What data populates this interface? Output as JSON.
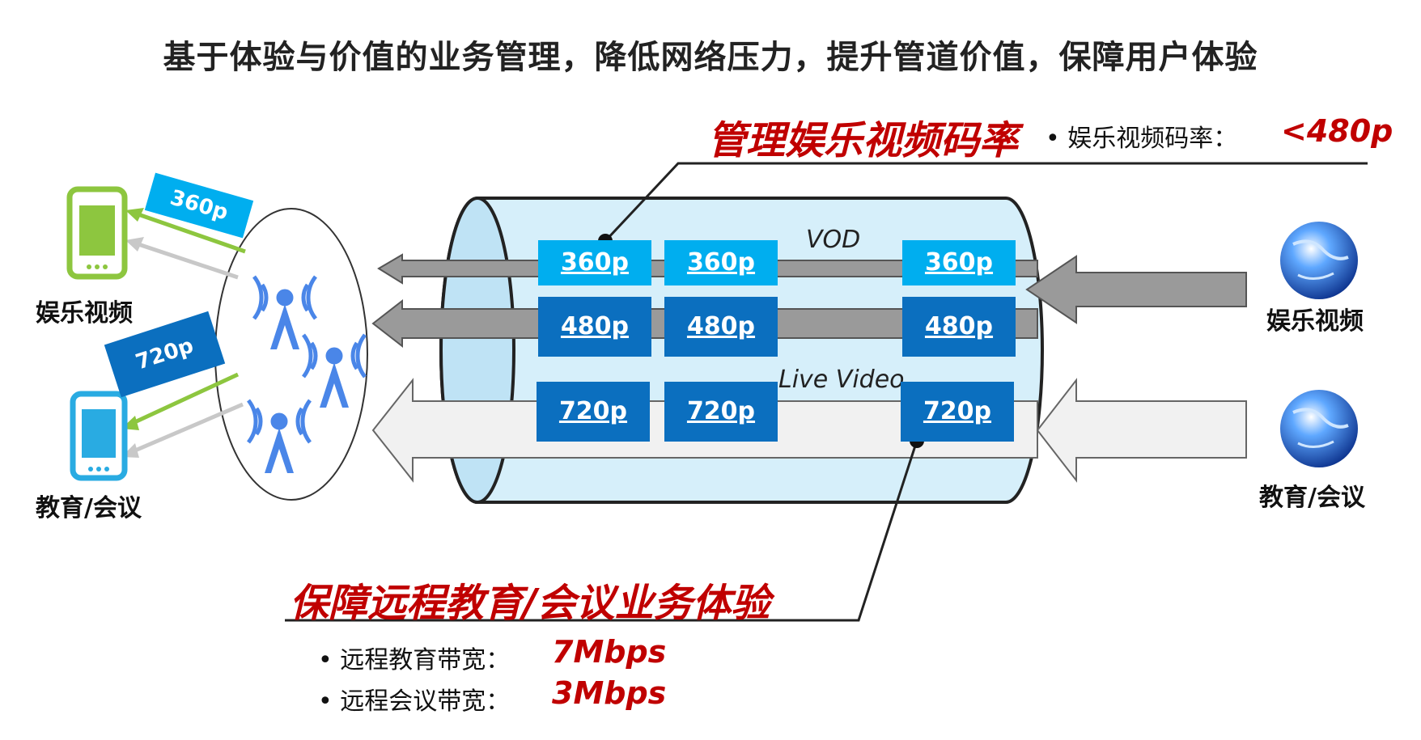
{
  "title": "基于体验与价值的业务管理，降低网络压力，提升管道价值，保障用户体验",
  "top_section": {
    "heading": "管理娱乐视频码率",
    "bullet_label": "娱乐视频码率：",
    "bullet_value": "<480p"
  },
  "bottom_section": {
    "heading": "保障远程教育/会议业务体验",
    "bullets": [
      {
        "label": "远程教育带宽：",
        "value": "7Mbps"
      },
      {
        "label": "远程会议带宽：",
        "value": "3Mbps"
      }
    ]
  },
  "pipe": {
    "vod_label": "VOD",
    "live_label": "Live Video",
    "rows": [
      {
        "res": "360p",
        "boxes": [
          "360p",
          "360p",
          "360p"
        ]
      },
      {
        "res": "480p",
        "boxes": [
          "480p",
          "480p",
          "480p"
        ]
      },
      {
        "res": "720p",
        "boxes": [
          "720p",
          "720p",
          "720p"
        ]
      }
    ]
  },
  "left": {
    "device_top_label": "娱乐视频",
    "device_bottom_label": "教育/会议",
    "tag_top": "360p",
    "tag_bottom": "720p"
  },
  "right": {
    "source_top_label": "娱乐视频",
    "source_bottom_label": "教育/会议"
  },
  "colors": {
    "accent_red": "#c00000",
    "box_light_blue": "#00aeef",
    "box_dark_blue": "#0b6fbf",
    "phone_green": "#8dc63f",
    "phone_blue": "#29abe2",
    "pipe_fill": "#d6effa"
  },
  "icons": [
    "wifi-tower-icon",
    "globe-icon",
    "phone-icon",
    "arrow-icon"
  ]
}
